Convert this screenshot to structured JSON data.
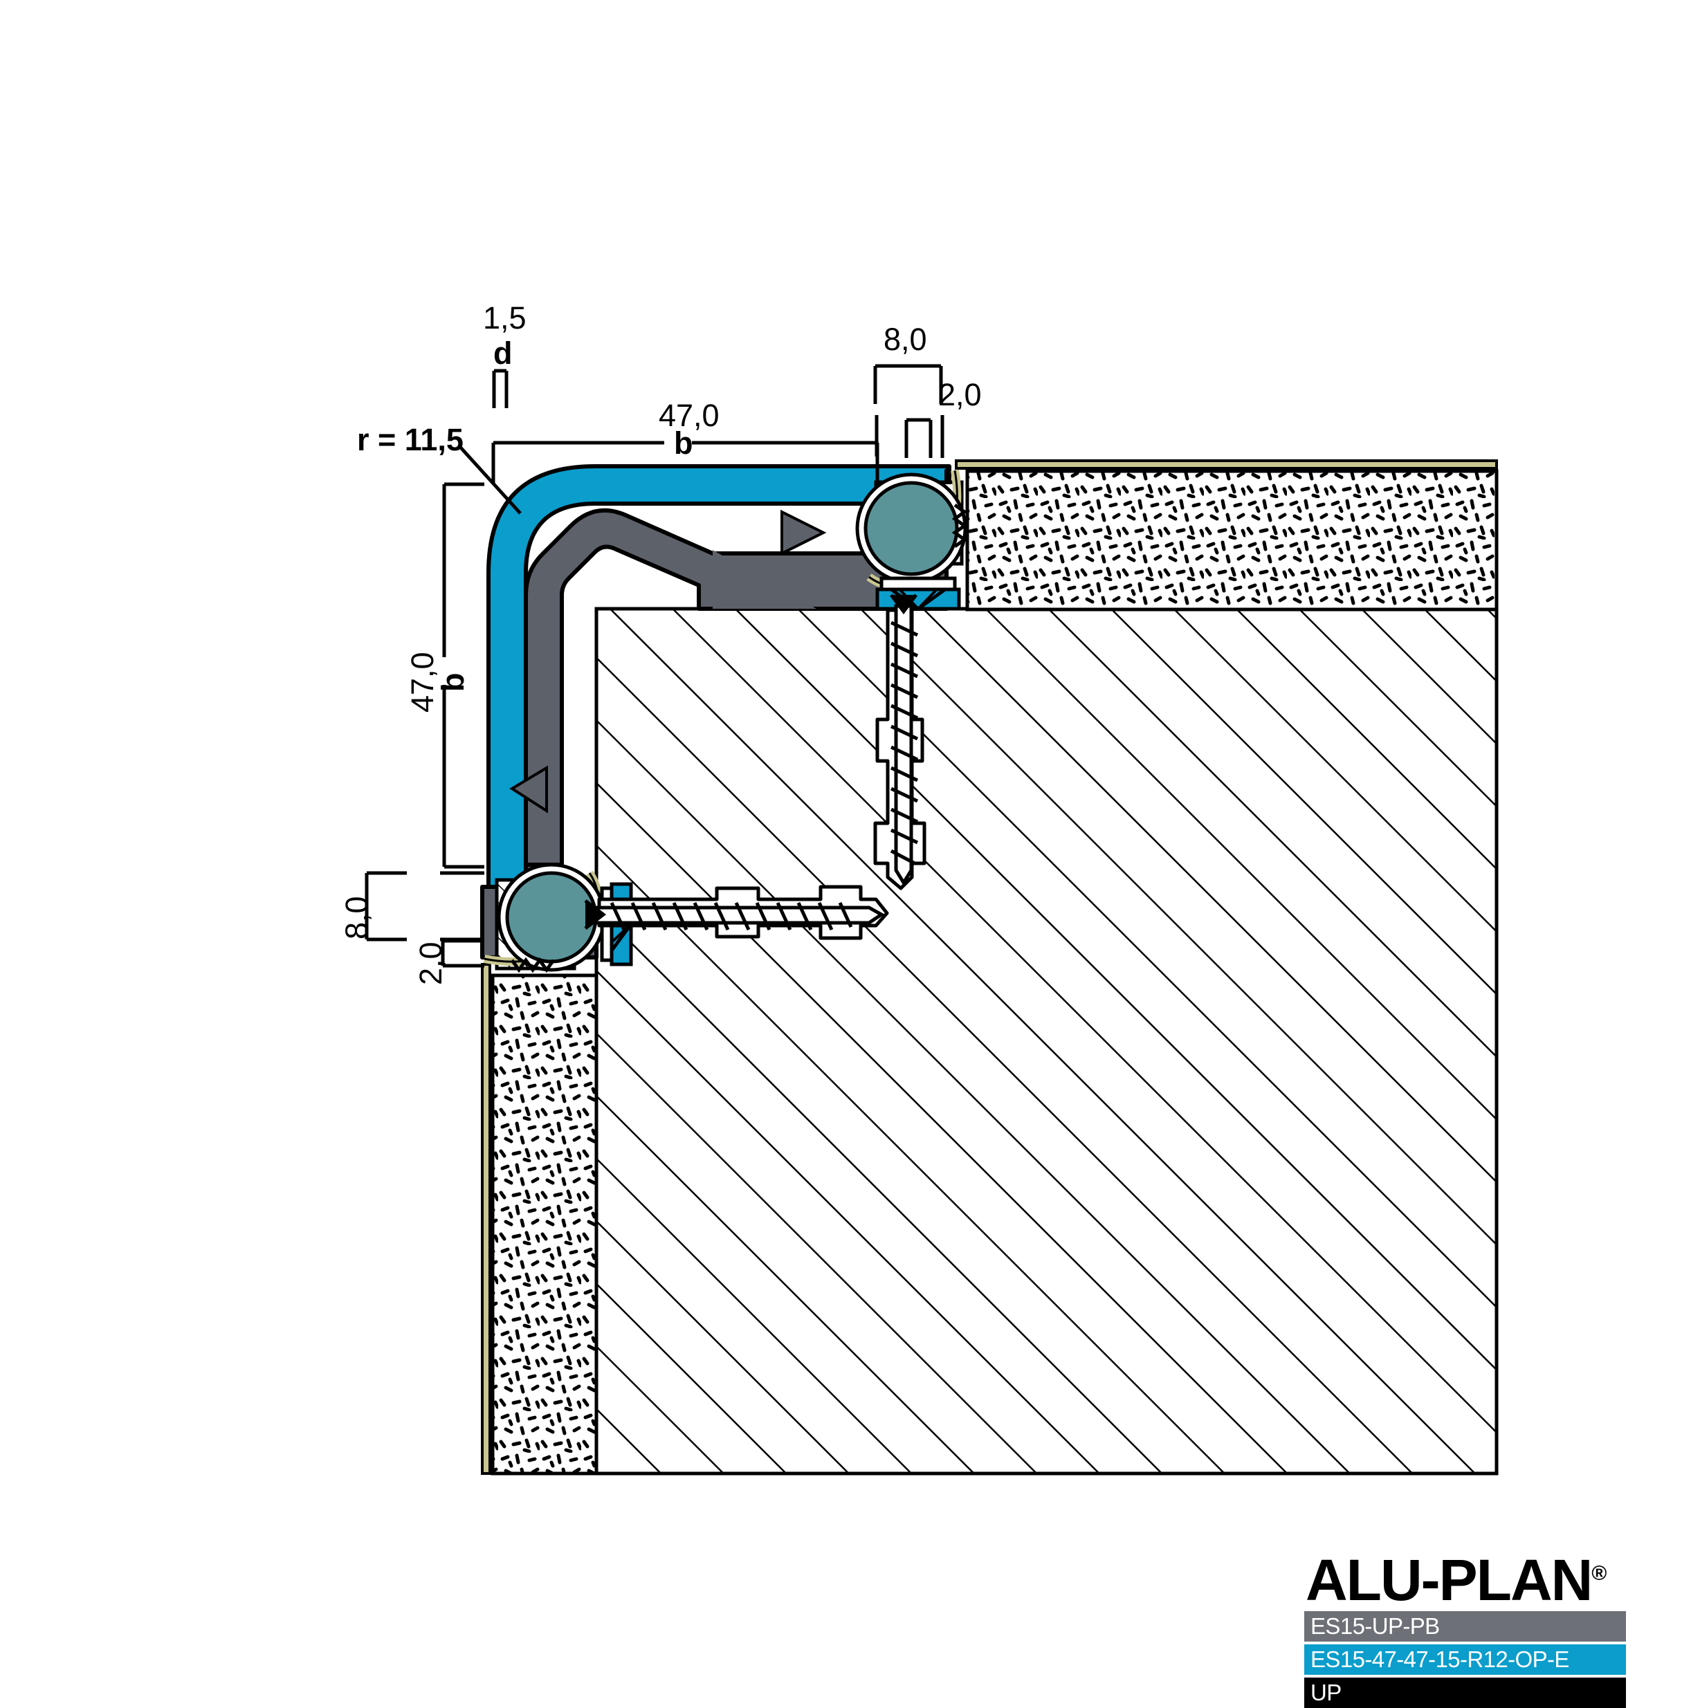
{
  "document": {
    "type": "technical-cross-section-drawing",
    "subject": "Stair nosing / edge profile corner detail"
  },
  "dimensions": {
    "thickness": {
      "value": "1,5",
      "symbol": "d"
    },
    "radius": {
      "label": "r = 11,5"
    },
    "top_width": {
      "value": "47,0",
      "symbol": "b"
    },
    "side_height": {
      "value": "47,0",
      "symbol": "b"
    },
    "top_gasket": {
      "value": "8,0"
    },
    "top_flange": {
      "value": "2,0"
    },
    "side_gasket": {
      "value": "8,0"
    },
    "side_flange": {
      "value": "2,0"
    }
  },
  "logo": {
    "wordmark": "ALU-PLAN",
    "registered": "®",
    "codes": [
      {
        "text": "ES15-UP-PB",
        "style": "gray"
      },
      {
        "text": "ES15-47-47-15-R12-OP-E",
        "style": "blue"
      },
      {
        "text": "UP",
        "style": "black"
      }
    ]
  },
  "colors": {
    "profile_blue": "#0b9dcc",
    "profile_gray": "#5d616a",
    "gasket_teal": "#5a9499",
    "sealant_olive": "#c9c68f",
    "bar_gray": "#6d7077",
    "line_black": "#000000",
    "background": "#ffffff"
  },
  "parts": {
    "outer_cover": "blue-visible-profile-cover",
    "inner_body": "gray-aluminium-base-profile",
    "gasket_top": "teal-round-gasket-top",
    "gasket_side": "teal-round-gasket-side",
    "fastener_vertical": "screw-with-wall-plug-vertical",
    "fastener_horizontal": "screw-with-wall-plug-horizontal",
    "substrate": "hatched-concrete-substrate",
    "bedding_top": "speckled-mortar-tile-bed-horizontal",
    "bedding_side": "speckled-mortar-tile-bed-vertical"
  }
}
